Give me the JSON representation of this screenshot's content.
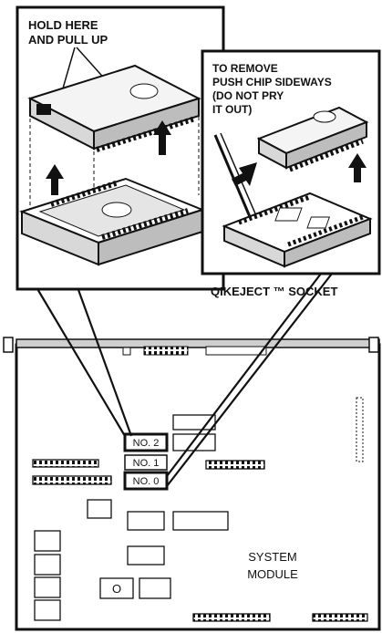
{
  "left_callout": {
    "label_lines": [
      "HOLD HERE",
      "AND PULL UP"
    ]
  },
  "right_callout": {
    "label_lines": [
      "TO REMOVE",
      "PUSH CHIP SIDEWAYS",
      "(DO NOT PRY",
      "IT OUT)"
    ],
    "socket_caption": "QIKEJECT ™ SOCKET"
  },
  "board": {
    "slots": [
      {
        "label": "NO. 2",
        "highlighted": true
      },
      {
        "label": "NO. 1",
        "highlighted": false
      },
      {
        "label": "NO. 0",
        "highlighted": true
      }
    ],
    "module_label_lines": [
      "SYSTEM",
      "MODULE"
    ],
    "round_component": "O"
  },
  "colors": {
    "ink": "#111111",
    "paper": "#ffffff",
    "panel_shade": "#e9e9e9"
  }
}
